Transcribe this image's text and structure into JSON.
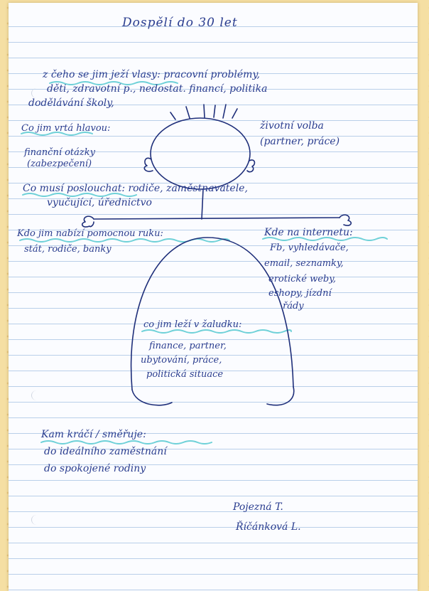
{
  "title": "Dospělí do 30 let",
  "hair_heading": "z čeho se jim ježí vlasy: pracovní problémy,",
  "hair_line2": "děti, zdravotní p., nedostat. financí, politika",
  "hair_line3": "dodělávání školy,",
  "head_heading": "Co jim vrtá hlavou:",
  "head_left1": "finanční otázky",
  "head_left2": "(zabezpečení)",
  "head_right1": "životní volba",
  "head_right2": "(partner, práce)",
  "listen_heading": "Co musí poslouchat: rodiče, zaměstnavatele,",
  "listen_line2": "vyučující, úřednictvo",
  "help_heading": "Kdo jim nabízí pomocnou ruku:",
  "help_line2": "stát, rodiče, banky",
  "internet_heading": "Kde na internetu:",
  "internet_line2": "Fb, vyhledávače,",
  "internet_line3": "email, seznamky,",
  "internet_line4": "erotické weby,",
  "internet_line5": "eshopy, jízdní",
  "internet_line6": "řády",
  "stomach_heading": "co jim leží v žaludku:",
  "stomach_line2": "finance, partner,",
  "stomach_line3": "ubytování, práce,",
  "stomach_line4": "politická situace",
  "direction_heading": "Kam kráčí / směřuje:",
  "direction_line2": "do ideálního zaměstnání",
  "direction_line3": "do spokojené rodiny",
  "author1": "Pojezná T.",
  "author2": "Říčánková L.",
  "colors": {
    "ink": "#2a3d8f",
    "highlight": "#6fd1d8",
    "line": "#b9cfe9"
  }
}
